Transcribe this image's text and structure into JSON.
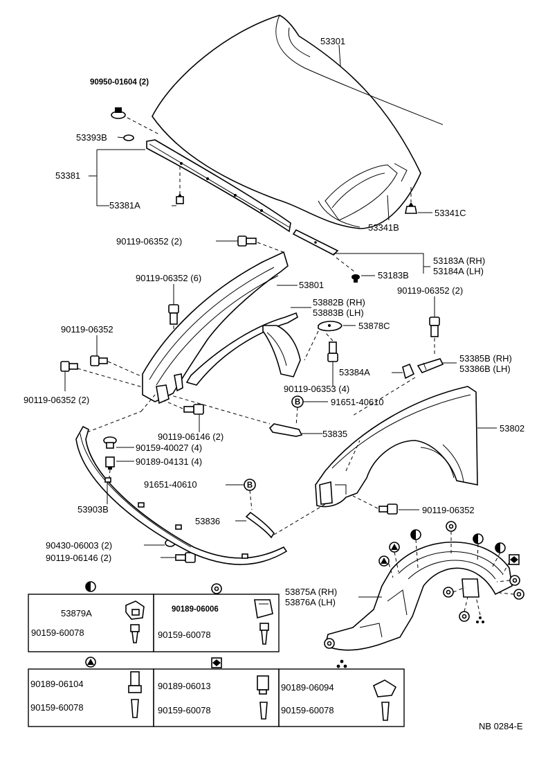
{
  "callouts": {
    "hood": "53301",
    "hood_clip": "90950-01604 (2)",
    "seal_clip": "53393B",
    "seal": "53381",
    "seal_clip_a": "53381A",
    "hood_cushion": "53341C",
    "hood_sub": "53341B",
    "bolt_a": "90119-06352 (2)",
    "bracket_rh": "53183A (RH)",
    "bracket_lh": "53184A (LH)",
    "bracket_clip": "53183B",
    "bolt_b": "90119-06352 (6)",
    "apron": "53801",
    "apron_rh": "53882B (RH)",
    "apron_lh": "53883B (LH)",
    "bolt_c": "90119-06352 (2)",
    "stay": "53878C",
    "bolt_d": "90119-06352",
    "bolt_e": "90119-06352 (2)",
    "bolt_f": "90119-06353 (4)",
    "holder": "53384A",
    "holder_rh": "53385B (RH)",
    "holder_lh": "53386B (LH)",
    "clip_g": "91651-40610",
    "fender": "53802",
    "bolt_h": "90119-06146 (2)",
    "brace": "53835",
    "screw_i": "90159-40027 (4)",
    "nut_j": "90189-04131 (4)",
    "clip_k": "91651-40610",
    "moulding": "53903B",
    "brace2": "53836",
    "bolt_l": "90119-06352",
    "washer_m": "90430-06003 (2)",
    "bolt_n": "90119-06146 (2)",
    "liner_rh": "53875A (RH)",
    "liner_lh": "53876A (LH)",
    "doc_code": "NB 0284-E"
  },
  "markers": {
    "b_circle": "B"
  },
  "kits": [
    {
      "symbol": "half-circle-icon",
      "parts": [
        "53879A",
        "90159-60078"
      ]
    },
    {
      "symbol": "gear-icon",
      "parts": [
        "90189-06006",
        "90159-60078"
      ]
    },
    {
      "symbol": "triangle-icon",
      "parts": [
        "90189-06104",
        "90159-60078"
      ]
    },
    {
      "symbol": "diamond-icon",
      "parts": [
        "90189-06013",
        "90159-60078"
      ]
    },
    {
      "symbol": "three-dots-icon",
      "parts": [
        "90189-06094",
        "90159-60078"
      ]
    }
  ]
}
